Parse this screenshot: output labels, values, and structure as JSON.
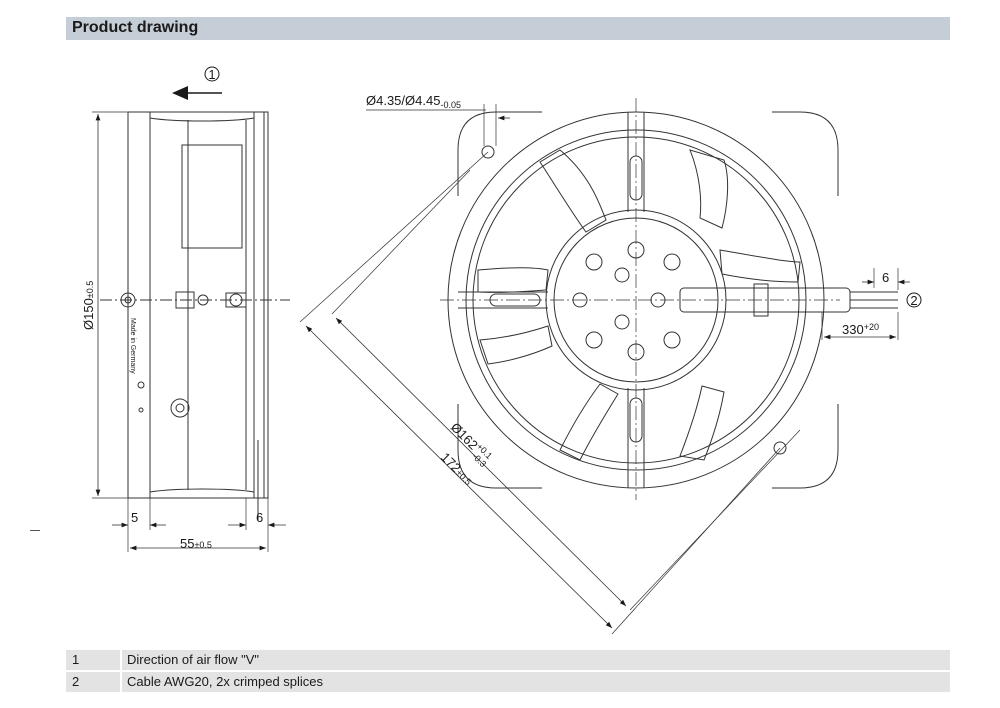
{
  "header": {
    "title": "Product drawing"
  },
  "drawing": {
    "callout_1": "1",
    "callout_2": "2",
    "dim_height_main": "Ø150",
    "dim_height_tol": "±0.5",
    "dim_depth_main": "55",
    "dim_depth_tol": "±0.5",
    "dim_left_flange": "5",
    "dim_right_flange": "6",
    "dim_hole_main": "Ø4.35/Ø4.45",
    "dim_hole_tol": "-0.05",
    "dim_circle_main": "Ø162",
    "dim_circle_tol_upper": "+0.1",
    "dim_circle_tol_lower": "-0.3",
    "dim_diag_main": "172",
    "dim_diag_tol": "±0.5",
    "dim_cable_main": "330",
    "dim_cable_tol": "+20",
    "dim_strip": "6",
    "side_label": "Made in Germany"
  },
  "legend": [
    {
      "num": "1",
      "text": "Direction of air flow \"V\""
    },
    {
      "num": "2",
      "text": "Cable AWG20, 2x crimped splices"
    }
  ]
}
